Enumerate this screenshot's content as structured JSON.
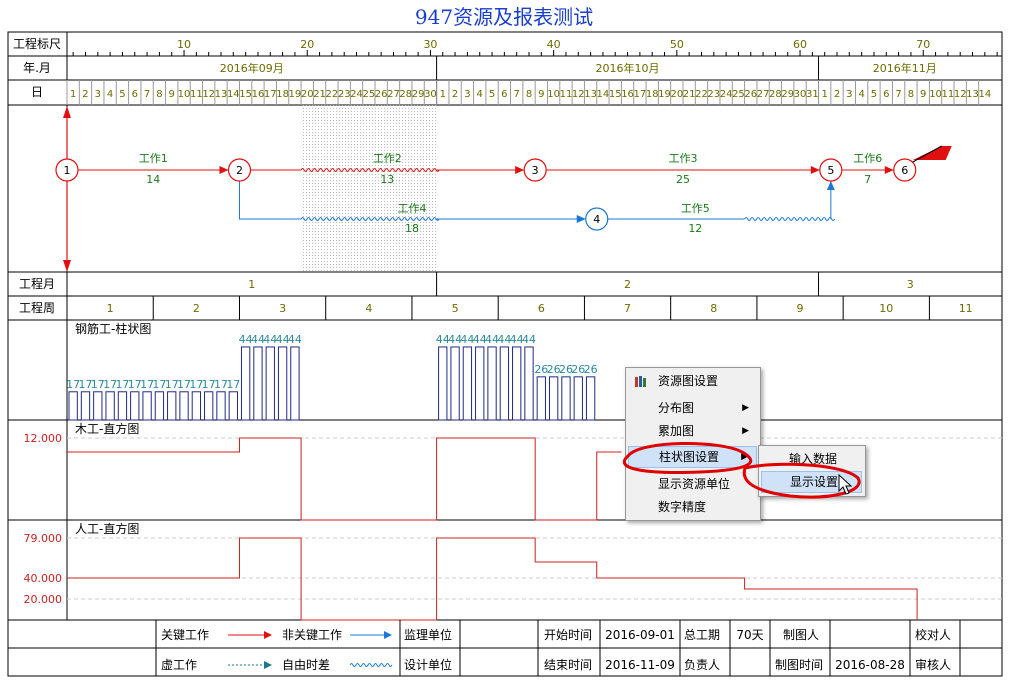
{
  "title": "947资源及报表测试",
  "rows": {
    "scale_label": "工程标尺",
    "month_label": "年.月",
    "day_label": "日",
    "proj_month_label": "工程月",
    "proj_week_label": "工程周"
  },
  "scale_ticks": [
    "10",
    "20",
    "30",
    "40",
    "50",
    "60",
    "70"
  ],
  "months": [
    "2016年09月",
    "2016年10月",
    "2016年11月"
  ],
  "days": {
    "sep": [
      "1",
      "2",
      "3",
      "4",
      "5",
      "6",
      "7",
      "8",
      "9",
      "10",
      "11",
      "12",
      "13",
      "14",
      "15",
      "16",
      "17",
      "18",
      "19",
      "20",
      "21",
      "22",
      "23",
      "24",
      "25",
      "26",
      "27",
      "28",
      "29",
      "30"
    ],
    "oct": [
      "1",
      "2",
      "3",
      "4",
      "5",
      "6",
      "7",
      "8",
      "9",
      "10",
      "11",
      "12",
      "13",
      "14",
      "15",
      "16",
      "17",
      "18",
      "19",
      "20",
      "21",
      "22",
      "23",
      "24",
      "25",
      "26",
      "27",
      "28",
      "29",
      "30",
      "31"
    ],
    "nov": [
      "1",
      "2",
      "3",
      "4",
      "5",
      "6",
      "7",
      "8",
      "9",
      "10",
      "11",
      "12",
      "13",
      "14"
    ]
  },
  "proj_months": [
    "1",
    "2",
    "3"
  ],
  "proj_weeks": [
    "1",
    "2",
    "3",
    "4",
    "5",
    "6",
    "7",
    "8",
    "9",
    "10",
    "11"
  ],
  "network": {
    "nodes": [
      "1",
      "2",
      "3",
      "4",
      "5",
      "6"
    ],
    "tasks": [
      {
        "name": "工作1",
        "duration": "14"
      },
      {
        "name": "工作2",
        "duration": "13"
      },
      {
        "name": "工作3",
        "duration": "25"
      },
      {
        "name": "工作4",
        "duration": "18"
      },
      {
        "name": "工作5",
        "duration": "12"
      },
      {
        "name": "工作6",
        "duration": "7"
      }
    ]
  },
  "charts": {
    "rebar": {
      "title": "钢筋工-柱状图",
      "segments": [
        {
          "from": 1,
          "to": 15,
          "value": 17
        },
        {
          "from": 15,
          "to": 20,
          "value": 44
        },
        {
          "from": 31,
          "to": 39,
          "value": 44
        },
        {
          "from": 39,
          "to": 44,
          "value": 26
        }
      ],
      "color": "#1f2a8c",
      "label_color": "#2a8a9c"
    },
    "carpenter": {
      "title": "木工-直方图",
      "ytick": "12.000",
      "color": "#cc2020"
    },
    "labor": {
      "title": "人工-直方图",
      "yticks": [
        "79.000",
        "40.000",
        "20.000"
      ],
      "color": "#cc2020"
    }
  },
  "legend": {
    "critical": "关键工作",
    "noncritical": "非关键工作",
    "dummy": "虚工作",
    "float": "自由时差",
    "supervisor": "监理单位",
    "designer": "设计单位",
    "start_label": "开始时间",
    "start_value": "2016-09-01",
    "end_label": "结束时间",
    "end_value": "2016-11-09",
    "total_label": "总工期",
    "total_value": "70天",
    "owner_label": "负责人",
    "maker_label": "制图人",
    "made_time_label": "制图时间",
    "made_time_value": "2016-08-28",
    "checker_label": "校对人",
    "reviewer_label": "审核人"
  },
  "menu": {
    "items": [
      "资源图设置",
      "分布图",
      "累加图",
      "柱状图设置",
      "显示资源单位",
      "数字精度"
    ],
    "submenu": [
      "输入数据",
      "显示设置"
    ]
  },
  "colors": {
    "critical": "#e01010",
    "noncritical": "#1a78d8",
    "accent_title": "#1a3fcf",
    "text_green": "#1a7a1a"
  }
}
